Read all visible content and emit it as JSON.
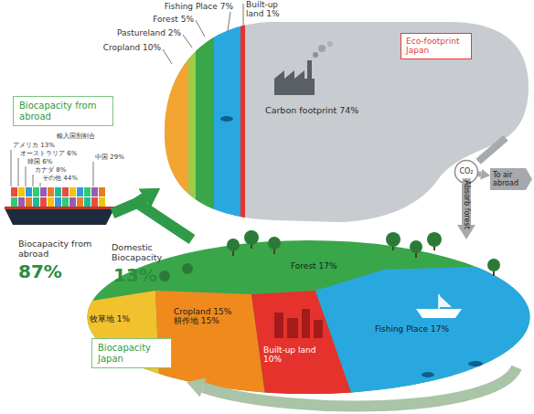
{
  "diagram": {
    "nodes": [
      {
        "text": [
          "Carbon footprint 74%"
        ]
      },
      {
        "text": [
          "Eco-footprint Japan"
        ],
        "in": 0
      },
      {
        "text": [
          "Biocapacity from abroad"
        ]
      },
      {
        "text": [
          "Biocapacity from abroad",
          "87%"
        ]
      },
      {
        "text": [
          "CO₂"
        ]
      },
      {
        "text": [
          "To air abroad"
        ]
      },
      {
        "text": [
          "Forest 17%"
        ]
      },
      {
        "text": [
          "牧草地 1%"
        ],
        "in": 6
      },
      {
        "text": [
          "Cropland 15%",
          "耕作地 15%"
        ],
        "in": 6
      },
      {
        "text": [
          "Built-up land 10%"
        ],
        "in": 6
      },
      {
        "text": [
          "Fishing Place 17%"
        ],
        "in": 6
      },
      {
        "text": [
          "Biocapacity Japan"
        ]
      }
    ],
    "edges": [
      {
        "from": 3,
        "to": 0,
        "arrow": "to"
      },
      {
        "from": 6,
        "to": 0,
        "arrow": "to"
      },
      {
        "from": 0,
        "to": 4,
        "arrow": "none"
      },
      {
        "from": 4,
        "to": 5,
        "arrow": "to"
      },
      {
        "from": 4,
        "to": 6,
        "arrow": "to",
        "label": "Absorb forest"
      }
    ],
    "labels": [
      "Fishing Place 7%",
      "Forest 5%",
      "Pastureland 2%",
      "Cropland 10%",
      "Built-up land 1%",
      "輸入国別割合",
      "アメリカ 13%",
      "オーストラリア 6%",
      "韓国 6%",
      "カナダ 8%",
      "その他 44%",
      "中国 29%",
      "Domestic Biocapacity",
      "13%"
    ]
  }
}
